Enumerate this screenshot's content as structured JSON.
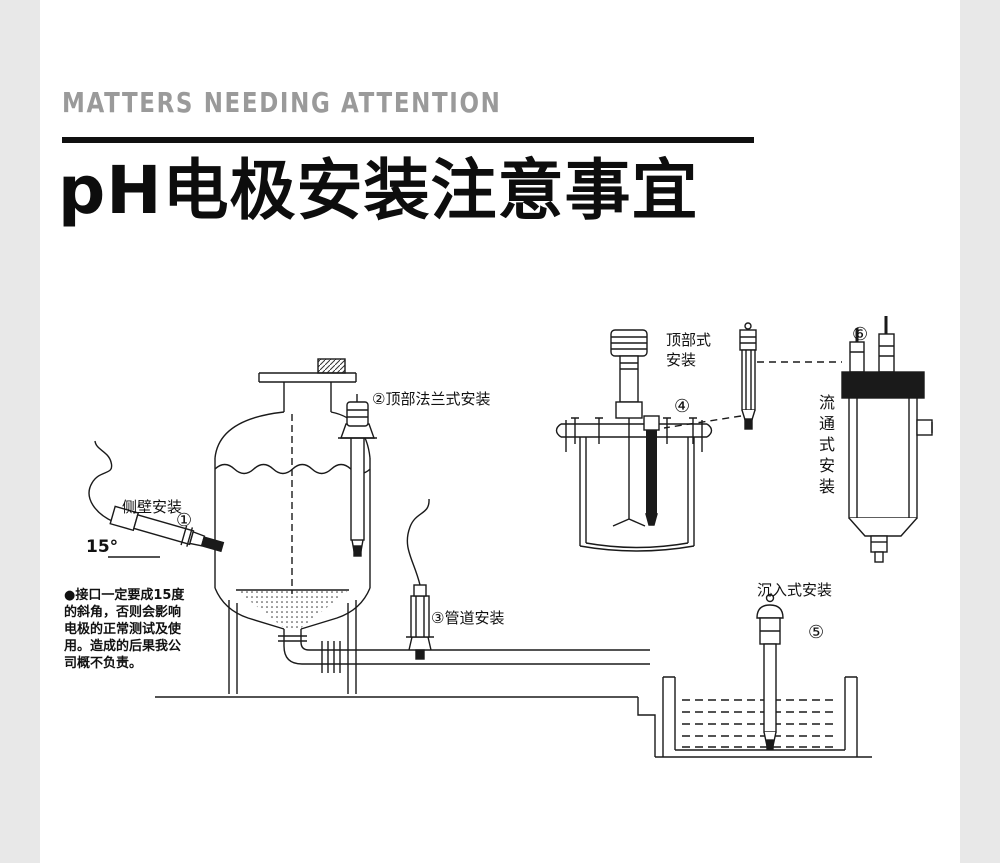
{
  "header": {
    "eyebrow": "MATTERS NEEDING ATTENTION",
    "title": "pH电极安装注意事宜"
  },
  "colors": {
    "ink": "#1a1a1a",
    "eyebrow_gray": "#9a9a9a",
    "edge_gray": "#e8e8e8"
  },
  "diagram": {
    "side_wall": {
      "label": "侧壁安装",
      "num": "①",
      "angle": "15°"
    },
    "top_flange": {
      "label": "②顶部法兰式安装"
    },
    "pipeline": {
      "label": "③管道安装"
    },
    "top_type": {
      "line1": "顶部式",
      "line2": "安装",
      "num": "④"
    },
    "submerged": {
      "label": "沉入式安装",
      "num": "⑤"
    },
    "flow_cell": {
      "num": "⑥",
      "label_vertical": "流通式安装"
    },
    "warning_lines": [
      "●接口一定要成15度",
      "的斜角，否则会影响",
      "电极的正常测试及使",
      "用。造成的后果我公",
      "司概不负责。"
    ]
  }
}
